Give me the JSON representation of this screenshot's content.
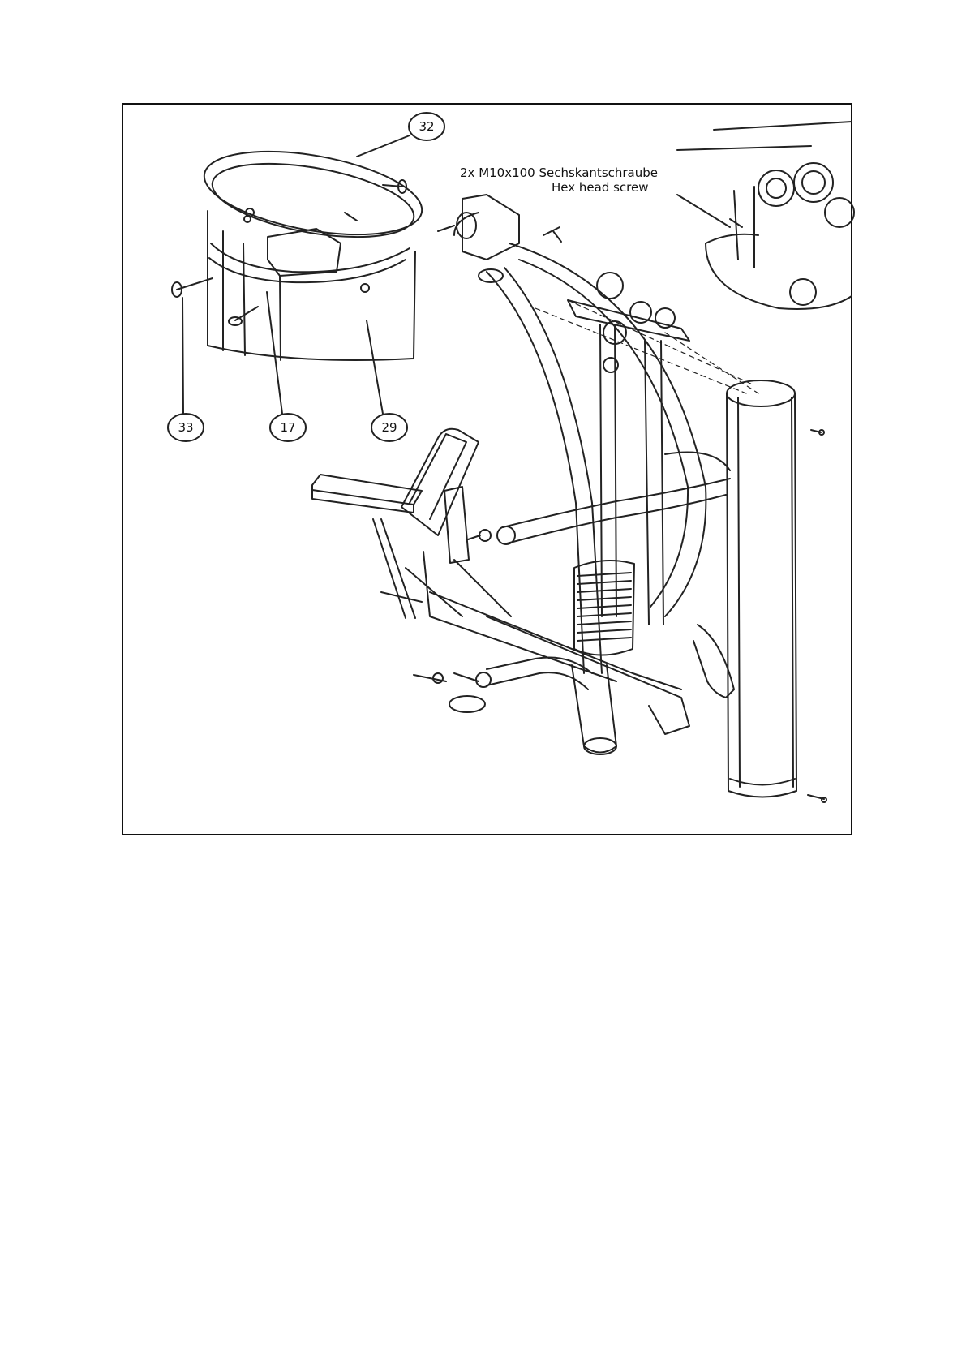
{
  "labels": {
    "screw_line_1": "2x M10x100 Sechskantschraube",
    "screw_line_2": "Hex head screw"
  },
  "part_numbers": {
    "p32": "32",
    "p33": "33",
    "p17": "17",
    "p29": "29"
  }
}
